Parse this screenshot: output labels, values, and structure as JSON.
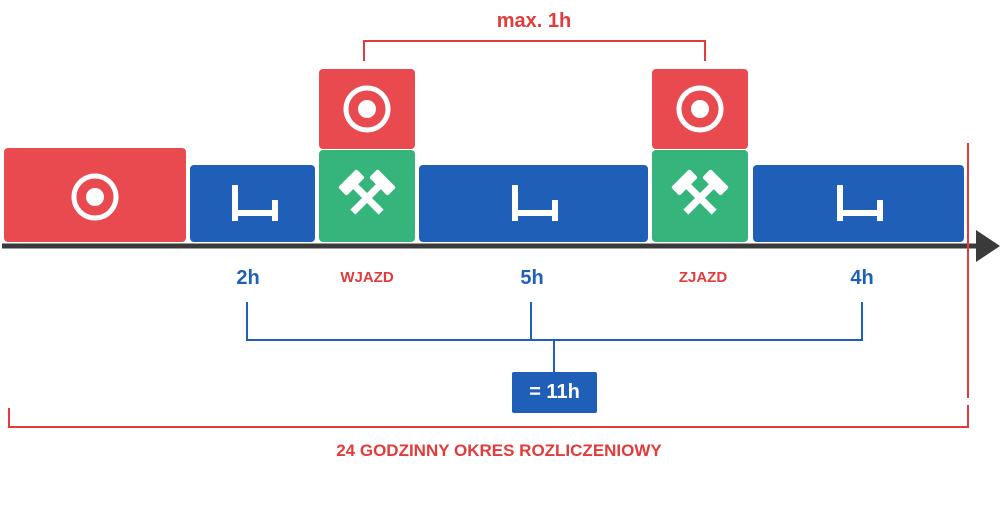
{
  "max_label": "max. 1h",
  "durations": {
    "rest1": "2h",
    "entry": "WJAZD",
    "rest2": "5h",
    "exit": "ZJAZD",
    "rest3": "4h"
  },
  "total": "= 11h",
  "period_label": "24 GODZINNY OKRES ROZLICZENIOWY",
  "icons": {
    "driving": "steering-wheel-icon",
    "rest": "bed-icon",
    "work": "crossed-hammers-icon"
  },
  "colors": {
    "driving": "#e84a4f",
    "rest": "#1f5fb8",
    "work": "#35b57c",
    "axis": "#3a3a3a",
    "bracket_red": "#e23b3b",
    "bracket_blue": "#1f5fb8"
  }
}
